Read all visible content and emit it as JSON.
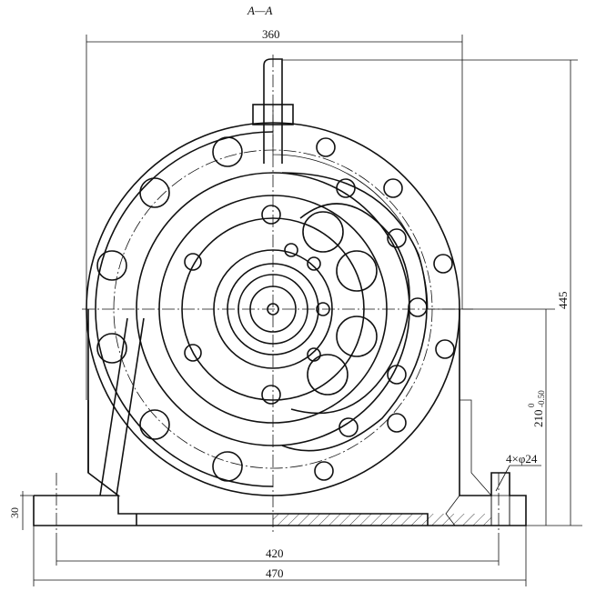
{
  "section_label": "A—A",
  "dimensions": {
    "width_top": "360",
    "height_total": "445",
    "center_height": "210",
    "center_height_tol_upper": "0",
    "center_height_tol_lower": "-0.50",
    "holes": "4×φ24",
    "base_thickness": "30",
    "hole_spacing": "420",
    "base_length": "470"
  }
}
